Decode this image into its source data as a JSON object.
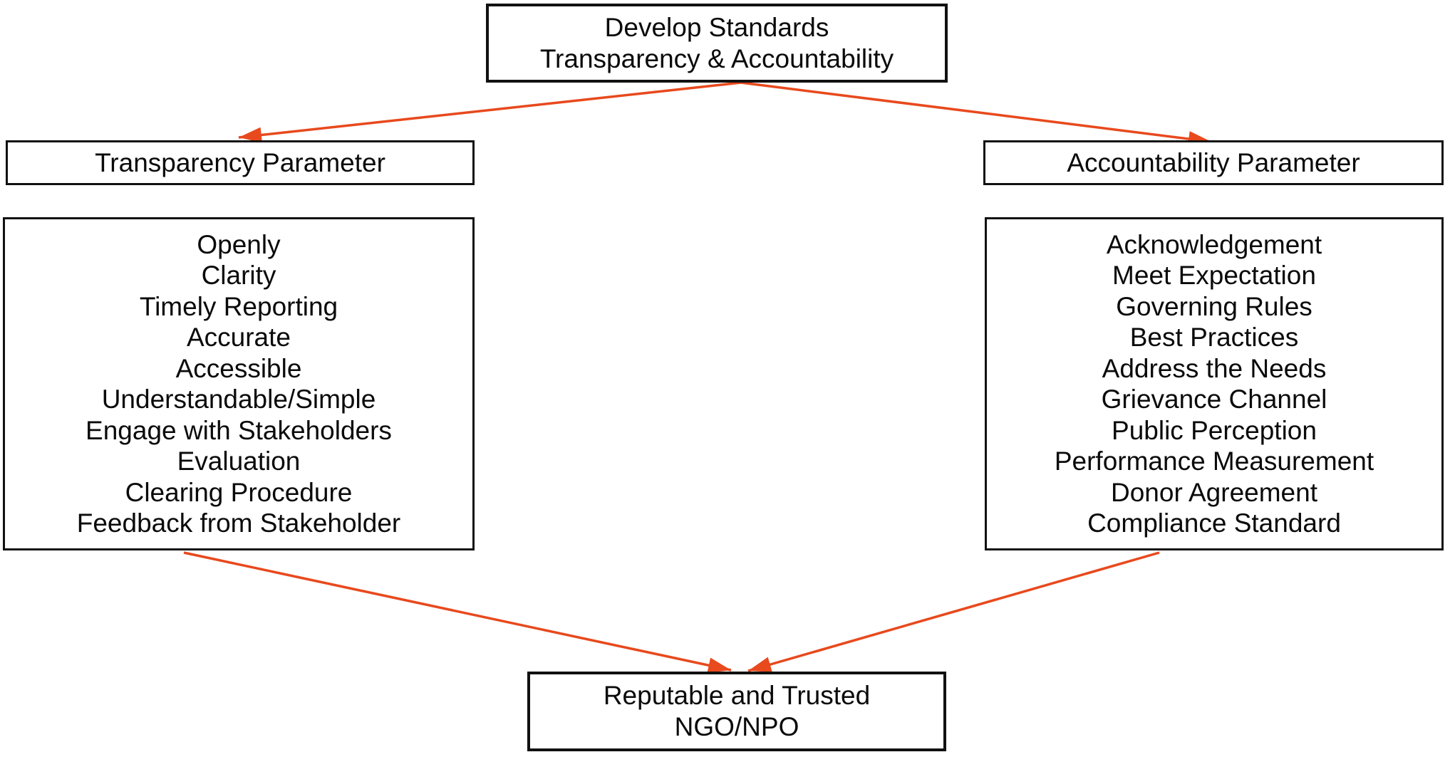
{
  "colors": {
    "arrow": "#E8491D",
    "border": "#111111",
    "text": "#0A0A0A",
    "background": "#FFFFFF"
  },
  "diagram": {
    "top_box": {
      "line1": "Develop Standards",
      "line2": "Transparency & Accountability"
    },
    "transparency": {
      "title": "Transparency Parameter",
      "items": [
        "Openly",
        "Clarity",
        "Timely Reporting",
        "Accurate",
        "Accessible",
        "Understandable/Simple",
        "Engage with Stakeholders",
        "Evaluation",
        "Clearing Procedure",
        "Feedback from Stakeholder"
      ]
    },
    "accountability": {
      "title": "Accountability Parameter",
      "items": [
        "Acknowledgement",
        "Meet Expectation",
        "Governing Rules",
        "Best Practices",
        "Address the Needs",
        "Grievance Channel",
        "Public Perception",
        "Performance Measurement",
        "Donor Agreement",
        "Compliance Standard"
      ]
    },
    "bottom_box": {
      "line1": "Reputable and Trusted",
      "line2": "NGO/NPO"
    }
  }
}
